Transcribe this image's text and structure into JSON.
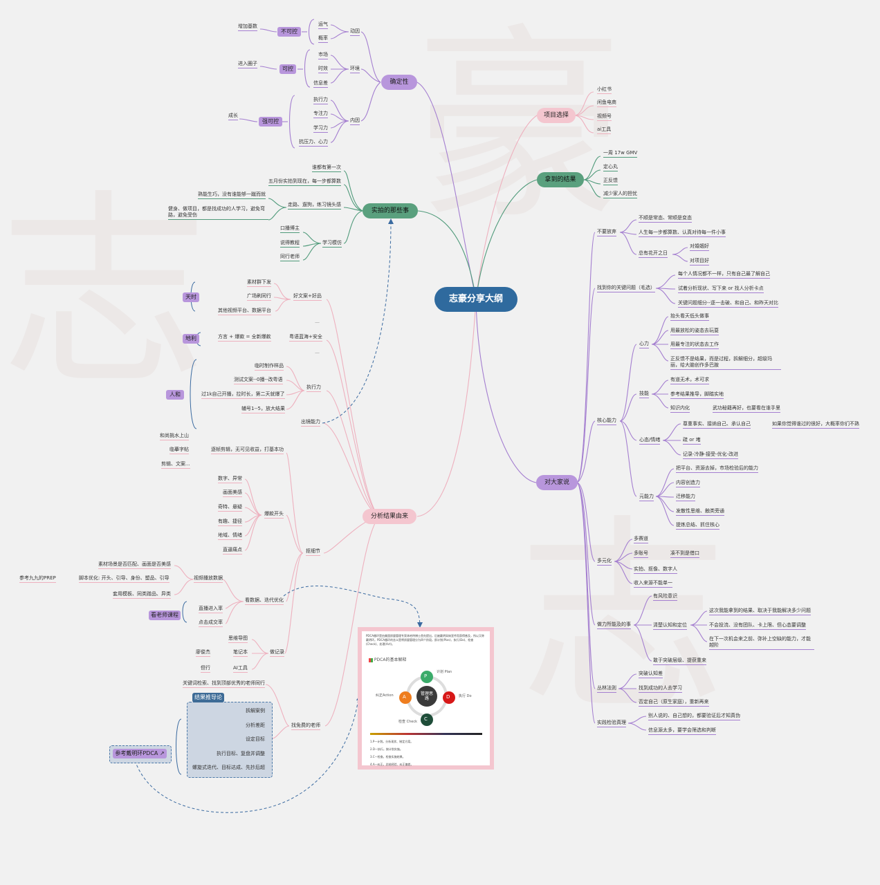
{
  "root": "志豪分享大纲",
  "colors": {
    "purple": "#a47ed0",
    "pink": "#eeb0be",
    "green": "#4f9a7a",
    "blue": "#2f6a9e",
    "purplePill": "#b896dc",
    "pinkPill": "#f4c6cf",
    "greenPill": "#5aa07e"
  },
  "branches": {
    "certainty": {
      "label": "确定性",
      "motive": "动因",
      "luck": "运气",
      "probability": "概率",
      "uncontrollable": "不可控",
      "add_base": "增加基数",
      "environment": "环境",
      "market": "市场",
      "timeliness": "时效",
      "info_gap": "信息差",
      "controllable": "可控",
      "enter_circle": "进入圈子",
      "internal": "内因",
      "execution": "执行力",
      "focus": "专注力",
      "learning": "学习力",
      "stress": "抗压力、心力",
      "strong_control": "强可控",
      "growth": "成长"
    },
    "shooting": {
      "label": "实拍的那些事",
      "nobody_first": "谁都有第一次",
      "may_start": "五月份实拍到现在，每一步都算数",
      "walk_shoot": "走路、遛狗，练习镜头感",
      "practice": "熟能生巧，没有谁能够一蹴而就",
      "fitness": "健身、做项目，都是找成功的人学习，避免弯路，避免受伤",
      "learn_imitate": "学习模仿",
      "vlogger": "口播博主",
      "tutorial": "说得教程",
      "peer_teacher": "同行老师"
    },
    "project": {
      "label": "项目选择",
      "items": [
        "小红书",
        "闲鱼电商",
        "视频号",
        "ai工具"
      ]
    },
    "results": {
      "label": "拿到的结果",
      "items": [
        "一周 17w GMV",
        "定心丸",
        "正反馈",
        "减少家人的担忧"
      ]
    },
    "analysis": {
      "label": "分析结果由来",
      "good_copy": "好文案+好品",
      "material_group": "素材群下发",
      "square": "广场刷同行",
      "other_platform": "其他视频平台、数据平台",
      "timing": "天时",
      "cantonese": "粤语蓝海+安全",
      "formula": "方言 + 爆款 = 全新爆款",
      "location": "地利",
      "dash": "—",
      "exec_power": "执行力",
      "temp_sample": "临时制作样品",
      "test_copy": "测试文案--0播--改粤语",
      "live_1k": "过1k自己开播，拉时长，第二天就爆了",
      "account": "辅号1--5，放大结果",
      "people": "人和",
      "camera_power": "出镜能力",
      "frame_edit": "逐帧剪辑，无可见收益，打基本功",
      "liyuan": "和尚挑水上山",
      "copybook": "临摹字帖",
      "edit_copy": "剪辑、文案...",
      "details": "抠细节",
      "hook": "爆款开头",
      "hook_items": [
        "数字、异常",
        "画面美感",
        "奇特、悬疑",
        "有趣、捷径",
        "地域、情绪",
        "直逼痛点"
      ],
      "video_data": "视频播放数据",
      "material_match": "素材场景是否匹配、画面是否美感",
      "script_opt": "脚本优化:  开头、引导、身份、塑品、引导",
      "prep": "参考九九的PREP",
      "template": "套用模板、同类蹭品、异类",
      "iterate": "看数据、迭代优化",
      "direct_entry": "直播进入率",
      "click_rate": "点击成交率",
      "teacher_course": "看老师课程",
      "notes": "做记录",
      "mindmap": "思维导图",
      "notebook": "笔记本",
      "ai_tool": "AI工具",
      "liao": "廖俊杰",
      "danxing": "但行",
      "free_teacher": "找免费的老师",
      "keyword": "关键词检索、找到顶部优秀的老师同行",
      "conclusion": "结果推导论",
      "pdca_items": [
        "拆解案例",
        "分析差距",
        "设定目标",
        "执行目标、复盘并调整",
        "螺旋式迭代、目标达成、先抄后超"
      ],
      "pdca_ref": "参考戴明环PDCA"
    },
    "everyone": {
      "label": "对大家说",
      "no_give_up": "不要放弃",
      "norm": "不顺是常态、常顺是变态",
      "every_step": "人生每一步都算数、认真对待每一件小事",
      "bloom": "总有花开之日",
      "marriage": "对婚姻好",
      "project_good": "对项目好",
      "key_problem": "找到你的关键问题（毛选）",
      "each_person": "每个人情况都不一样，只有自己最了解自己",
      "try_analyze": "试着分析现状、写下来 or 找人分析卡点",
      "break_down": "关键问题细分--逐一击破、和自己、和昨天对比",
      "core": "核心能力",
      "heart": "心力",
      "h1": "抬头看天低头做事",
      "h2": "用最放松的姿态去玩耍",
      "h3": "用最专注的状态去工作",
      "h4": "正反馈不是结果，而是过程，拆解细分，超级玛丽，给大脑创作多巴胺",
      "skill": "技能",
      "s1": "有道无术，术可求",
      "s2": "参考结果推导，脚踏实地",
      "s3": "知识内化",
      "s3b": "武功秘籍再好，也要看在谁手里",
      "mind": "心态/情绪",
      "m1": "尊重事实、接纳自己、承认自己",
      "m1b": "如果你觉得谁过的很好，大概率你们不熟",
      "m2": "疏 or 堵",
      "m3": "记录-冷静-接受-优化-改进",
      "meta": "元能力",
      "e1": "把平台、资源去掉，市场检验后的能力",
      "e2": "内容创造力",
      "e3": "迁移能力",
      "e4": "发散性思维、触类旁通",
      "e5": "提炼总结、抓住核心",
      "diverse": "多元化",
      "d1": "多赛道",
      "d2": "多账号",
      "d2b": "凑不到是借口",
      "d3": "实拍、抠像、数字人",
      "d4": "收入来源不能单一",
      "doable": "做力所能及的事",
      "r1": "有风险意识",
      "r2": "清楚认知和定位",
      "r2a": "这次我能拿到的结果、取决于我能解决多少问题",
      "r2b": "不会投流、没有团队、卡上限、但心态要调整",
      "r2c": "在下一次机会来之前、弥补上空缺的能力，才能越阶",
      "r3": "敢于突破层级、提获重来",
      "jungle": "丛林法则",
      "j1": "突破认知差",
      "j2": "找到成功的人去学习",
      "j3": "否定自己（原生家庭），重新再来",
      "practice": "实践检验真理",
      "p1": "别人说的、自己想的，都要验证后才知真伪",
      "p2": "信息源太多，要学会筛选和判断"
    }
  },
  "pdca": {
    "intro": "PDCA循环是由美国质量管理专家休哈特博士首先提出，后被戴明采纳宣传而获得普及，所以又称戴明环。PDCA循环的含义是将质量管理分为四个阶段，即计划(Plan)、执行(Do)、检查(Check)、处理(Act)。",
    "title": "PDCA的基本解释",
    "center": "管理思路",
    "plan": "计划 Plan",
    "do": "执行 Do",
    "check": "检查 Check",
    "act": "纠正Action",
    "letters": [
      "P",
      "D",
      "C",
      "A"
    ],
    "steps": [
      "1.P—计划。分析现状、制定方案。",
      "2.D—执行。按计划实施。",
      "3.C—检查。检查实施结果。",
      "4.A—纠正。总结经验、纠正偏差。"
    ]
  }
}
